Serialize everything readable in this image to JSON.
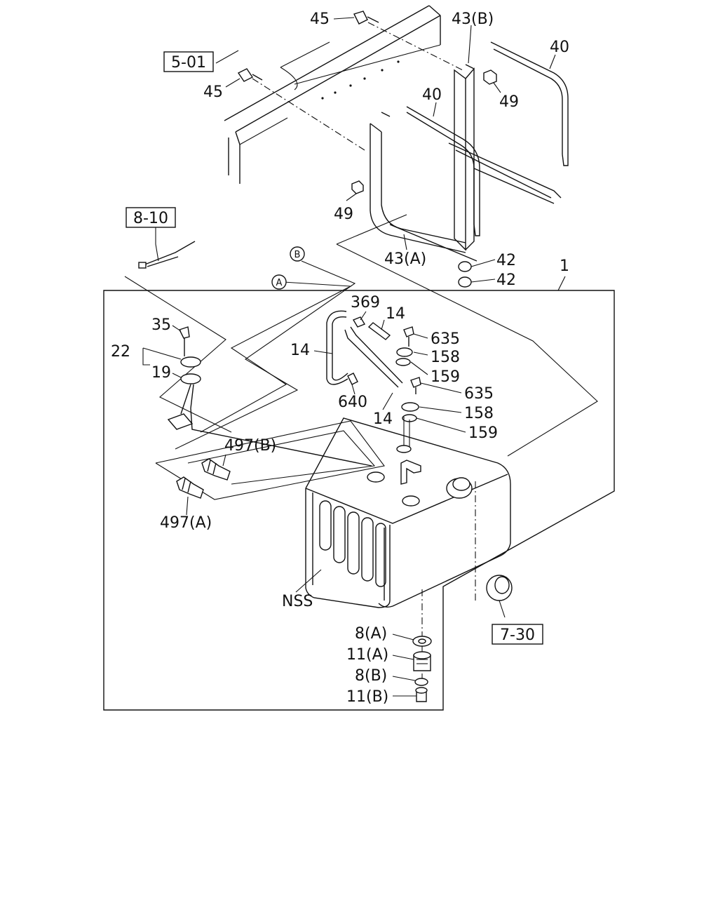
{
  "diagram": {
    "refs": {
      "ref_5_01": "5-01",
      "ref_8_10": "8-10",
      "ref_7_30": "7-30"
    },
    "circles": {
      "a": "A",
      "b": "B"
    },
    "labels": {
      "p45_top": "45",
      "p45_left": "45",
      "p43b": "43(B)",
      "p40_right": "40",
      "p40_mid": "40",
      "p49_right": "49",
      "p49_left": "49",
      "p43a": "43(A)",
      "p42_a": "42",
      "p42_b": "42",
      "p1": "1",
      "p369": "369",
      "p14_top": "14",
      "p14_left": "14",
      "p14_bottom": "14",
      "p635_a": "635",
      "p158_a": "158",
      "p159_a": "159",
      "p635_b": "635",
      "p158_b": "158",
      "p159_b": "159",
      "p640": "640",
      "p35": "35",
      "p22": "22",
      "p19": "19",
      "p497b": "497(B)",
      "p497a": "497(A)",
      "nss": "NSS",
      "p8a": "8(A)",
      "p11a": "11(A)",
      "p8b": "8(B)",
      "p11b": "11(B)"
    }
  }
}
